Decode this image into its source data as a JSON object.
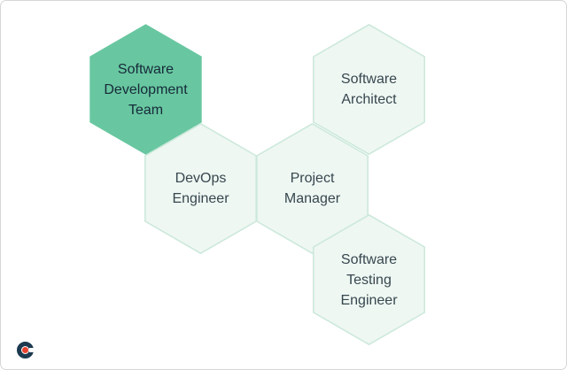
{
  "frame": {
    "background": "#ffffff",
    "border_color": "#d6d6d6"
  },
  "diagram": {
    "type": "hexagon-org-chart",
    "nodes": [
      {
        "label": "Software Development Team",
        "text": "Software\nDevelopment\nTeam",
        "variant": "primary"
      },
      {
        "label": "Software Architect",
        "text": "Software\nArchitect",
        "variant": "light"
      },
      {
        "label": "DevOps Engineer",
        "text": "DevOps\nEngineer",
        "variant": "light"
      },
      {
        "label": "Project Manager",
        "text": "Project\nManager",
        "variant": "light"
      },
      {
        "label": "Software Testing Engineer",
        "text": "Software\nTesting\nEngineer",
        "variant": "light"
      }
    ],
    "colors": {
      "primary_fill": "#68c7a0",
      "primary_text": "#16293a",
      "light_fill": "#eef7f2",
      "light_border": "#cbe8da",
      "light_text": "#37474f"
    }
  },
  "branding": {
    "logo": "creately-logo",
    "ring_color": "#1c3a4f",
    "dot_color": "#e8432e"
  }
}
